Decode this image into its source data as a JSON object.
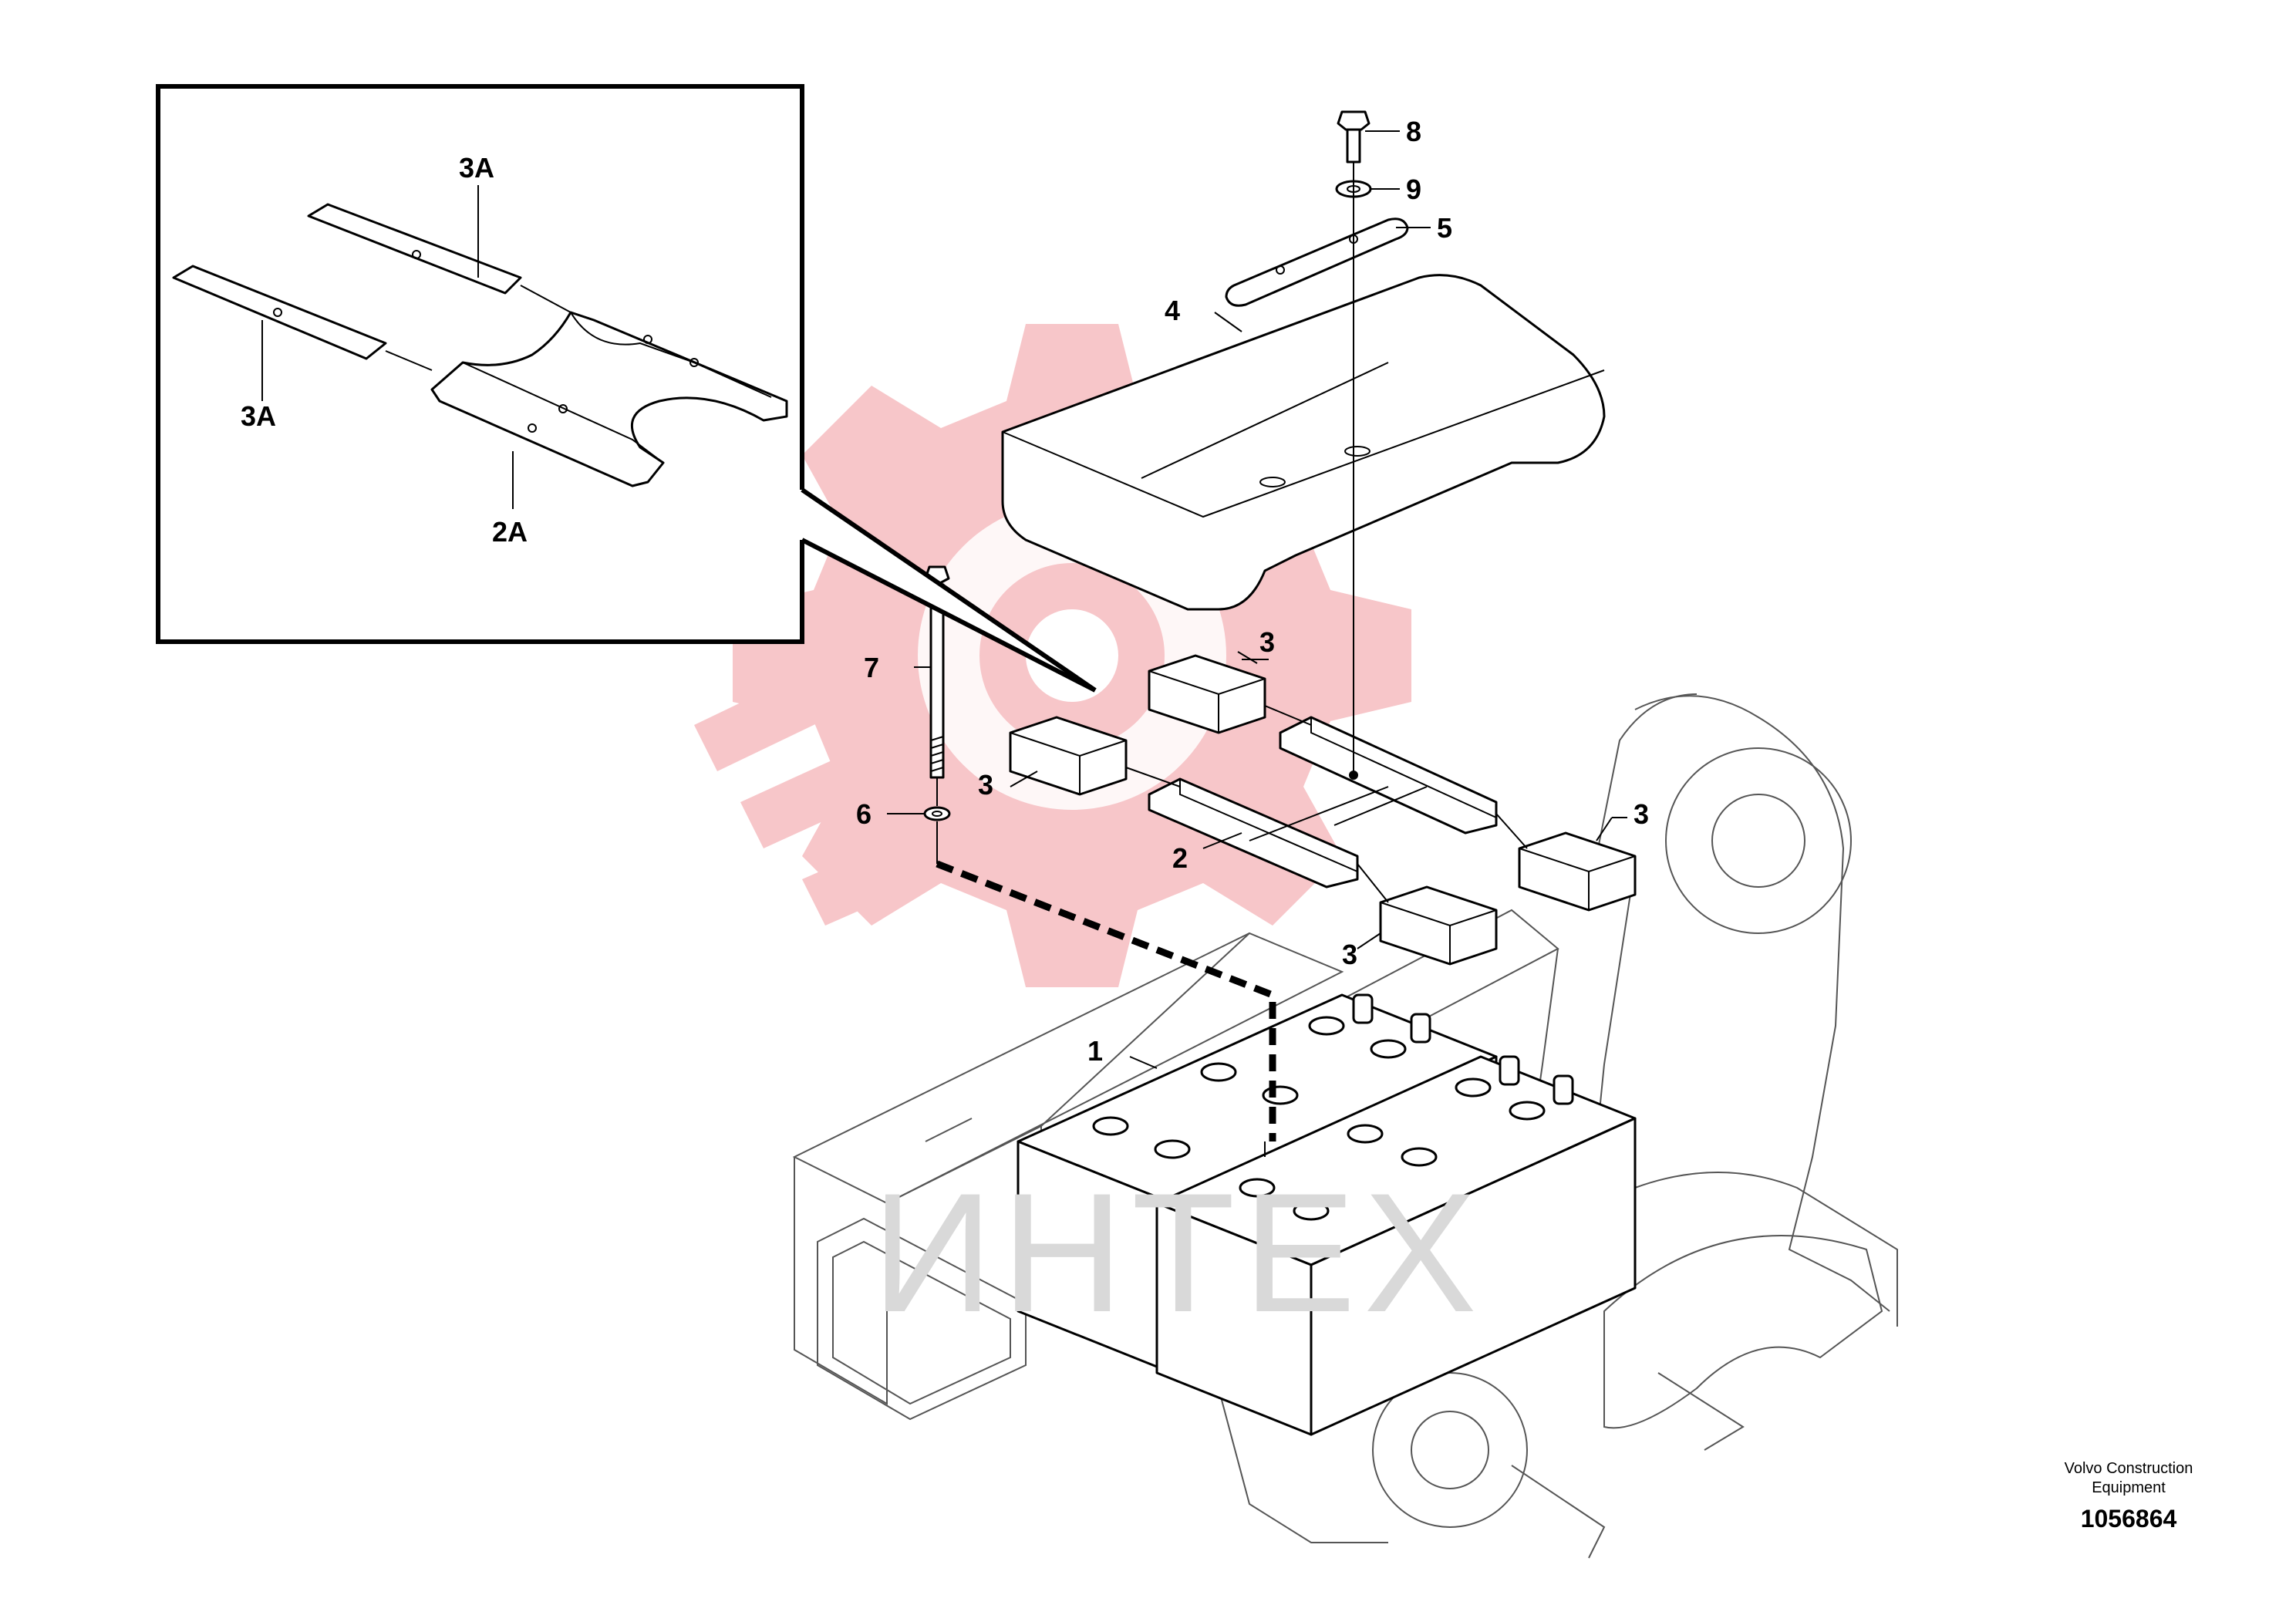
{
  "diagram": {
    "callouts": {
      "c8": "8",
      "c9": "9",
      "c5": "5",
      "c4": "4",
      "c3a_top": "3A",
      "c3a_left": "3A",
      "c2a": "2A",
      "c7": "7",
      "c6": "6",
      "c3_upper": "3",
      "c3_left": "3",
      "c3_right": "3",
      "c3_lower": "3",
      "c2": "2",
      "c1": "1"
    },
    "credit_line1": "Volvo Construction",
    "credit_line2": "Equipment",
    "document_number": "1056864",
    "watermark_text": "ИНТЕХ",
    "colors": {
      "line": "#000000",
      "watermark_logo": "#f7c6c9",
      "watermark_text": "#d9d9d9"
    }
  }
}
